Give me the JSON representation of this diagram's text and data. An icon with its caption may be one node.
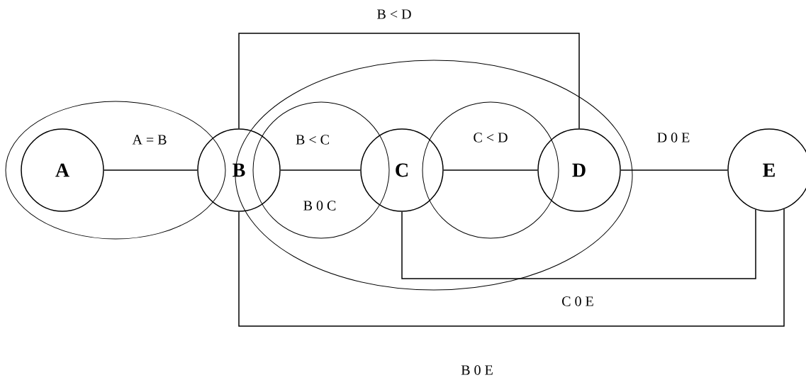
{
  "diagram": {
    "nodes": [
      {
        "text": [
          "A"
        ]
      },
      {
        "text": [
          "B"
        ]
      },
      {
        "text": [
          "C"
        ]
      },
      {
        "text": [
          "D"
        ]
      },
      {
        "text": [
          "E"
        ]
      }
    ],
    "edges": [
      {
        "from": 0,
        "to": 1,
        "arrow": "none",
        "label": "A = B"
      },
      {
        "from": 1,
        "to": 2,
        "arrow": "none",
        "label": "B < C"
      },
      {
        "from": 2,
        "to": 3,
        "arrow": "none",
        "label": "C < D"
      },
      {
        "from": 3,
        "to": 4,
        "arrow": "none",
        "label": "D 0 E"
      },
      {
        "from": 1,
        "to": 3,
        "arrow": "none",
        "label": "B < D"
      },
      {
        "from": 2,
        "to": 4,
        "arrow": "none",
        "label": "C 0 E"
      },
      {
        "from": 1,
        "to": 4,
        "arrow": "none",
        "label": "B 0 E"
      }
    ],
    "labels": [
      "B 0 C"
    ]
  }
}
